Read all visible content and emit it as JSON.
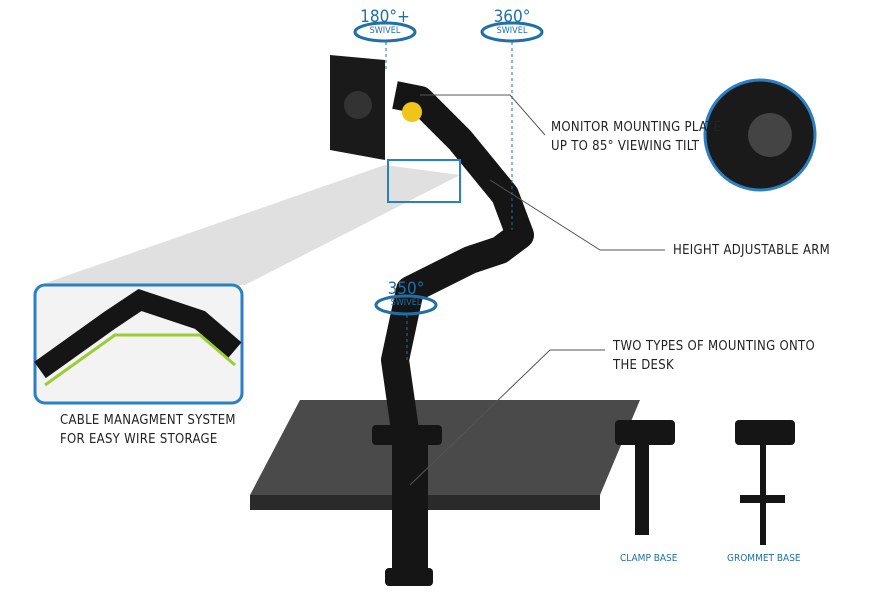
{
  "swivels": [
    {
      "degree": "180°+",
      "label": "SWIVEL"
    },
    {
      "degree": "360°",
      "label": "SWIVEL"
    },
    {
      "degree": "350°",
      "label": "SWIVEL"
    }
  ],
  "callouts": {
    "mounting_plate": [
      "MONITOR MOUNTING PLATE",
      "UP TO 85° VIEWING TILT"
    ],
    "height_arm": "HEIGHT ADJUSTABLE ARM",
    "mounting_types": [
      "TWO TYPES OF MOUNTING ONTO",
      "THE DESK"
    ],
    "cable": [
      "CABLE MANAGMENT SYSTEM",
      "FOR EASY WIRE STORAGE"
    ]
  },
  "bases": {
    "clamp": "CLAMP BASE",
    "grommet": "GROMMET BASE"
  },
  "colors": {
    "accent": "#1f6fa8",
    "inset_border": "#2b7fc4",
    "arm": "#151515",
    "highlight": "#f0c419"
  }
}
